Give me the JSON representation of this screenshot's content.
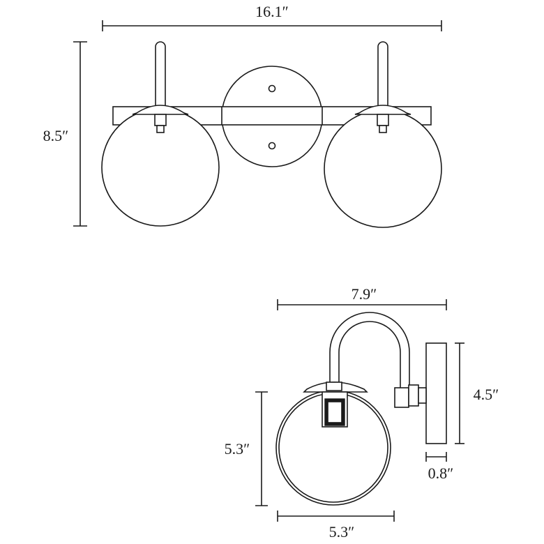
{
  "front_view": {
    "width_label": "16.1″",
    "height_label": "8.5″"
  },
  "side_view": {
    "extension_label": "7.9″",
    "backplate_height_label": "4.5″",
    "backplate_depth_label": "0.8″",
    "globe_height_label": "5.3″",
    "globe_width_label": "5.3″"
  }
}
